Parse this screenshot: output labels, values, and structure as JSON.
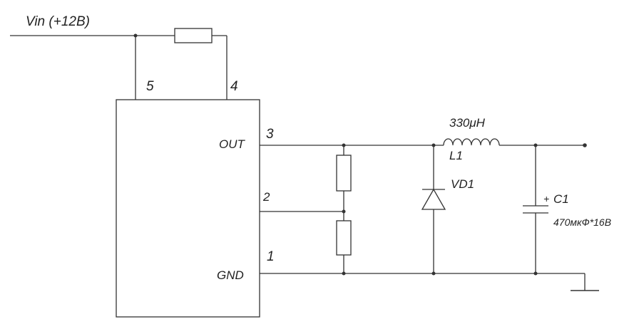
{
  "input": {
    "label": "Vin (+12B)"
  },
  "chip": {
    "pins": {
      "p1": "1",
      "p2": "2",
      "p3": "3",
      "p4": "4",
      "p5": "5"
    },
    "out_label": "OUT",
    "gnd_label": "GND"
  },
  "inductor": {
    "name": "L1",
    "value": "330μH"
  },
  "diode": {
    "name": "VD1"
  },
  "capacitor": {
    "name": "C1",
    "polarity": "+",
    "value": "470мкФ*16В"
  },
  "colors": {
    "line": "#333333",
    "text": "#222222",
    "background": "#ffffff"
  }
}
